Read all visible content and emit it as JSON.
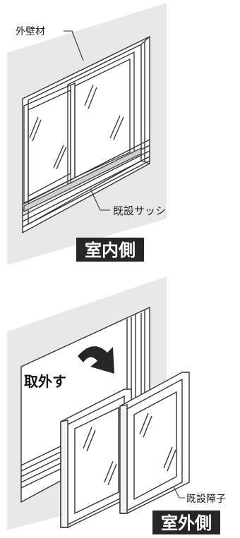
{
  "top": {
    "wall_label": "外壁材",
    "sash_label": "既設サッシ",
    "side_tag": "室内側"
  },
  "bottom": {
    "action_label": "取外す",
    "shoji_label": "既設障子",
    "side_tag": "室外側"
  },
  "colors": {
    "wall": "#e8e8e8",
    "tag_bg": "#262626",
    "arrow": "#262626",
    "frame_line": "#333333"
  }
}
